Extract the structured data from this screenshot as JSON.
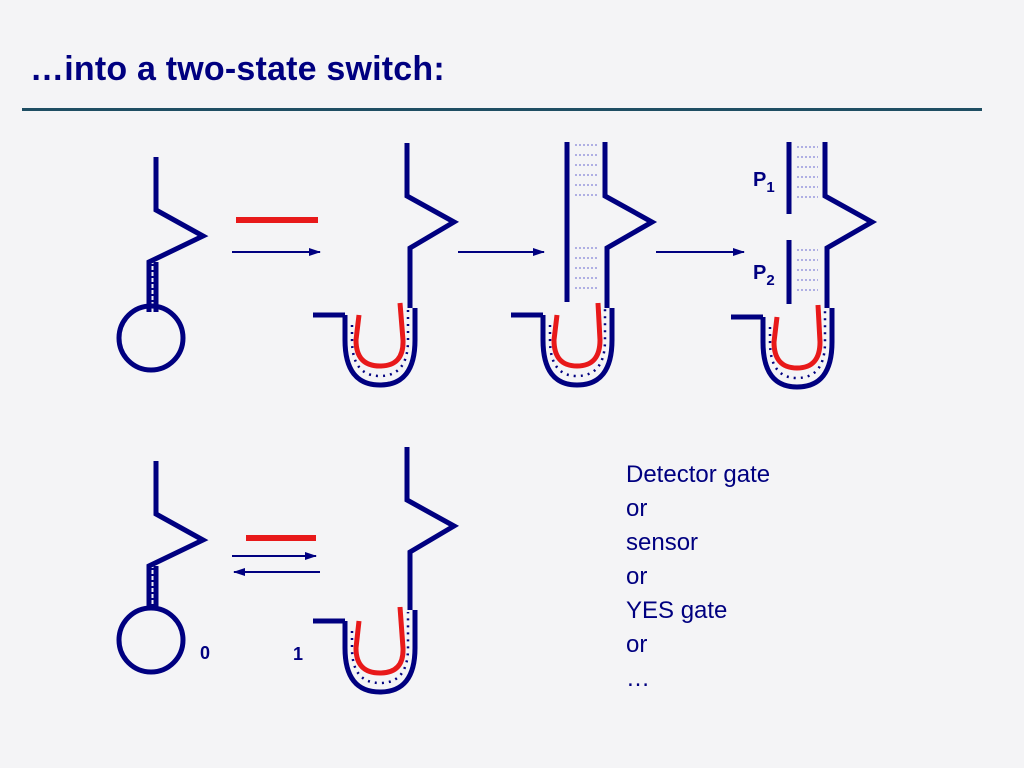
{
  "slide": {
    "title": "…into a two-state switch:"
  },
  "labels": {
    "p1_base": "P",
    "p1_sub": "1",
    "p2_base": "P",
    "p2_sub": "2",
    "state_off": "0",
    "state_on": "1"
  },
  "description": {
    "lines": [
      "Detector gate",
      "or",
      "sensor",
      "or",
      "YES gate",
      "or",
      "…"
    ]
  },
  "colors": {
    "strand": "#000080",
    "input": "#e8191a",
    "rule": "#1f4e63"
  },
  "icons": {
    "forward_arrow": "arrow-right-icon",
    "reverse_arrow": "arrow-left-icon"
  }
}
